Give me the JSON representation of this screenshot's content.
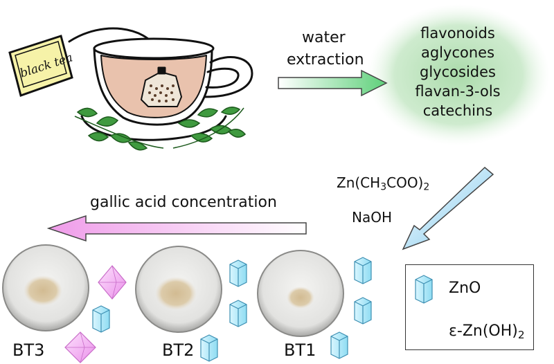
{
  "tea_label": "black tea",
  "extraction_label": [
    "water",
    "extraction"
  ],
  "compounds": [
    "flavonoids",
    "aglycones",
    "glycosides",
    "flavan-3-ols",
    "catechins"
  ],
  "reagents": {
    "zinc_acetate": {
      "base": "Zn(CH",
      "s1": "3",
      "mid": "COO)",
      "s2": "2"
    },
    "base": "NaOH"
  },
  "gradient_label": "gallic acid concentration",
  "samples": [
    "BT3",
    "BT2",
    "BT1"
  ],
  "legend": {
    "zno": "ZnO",
    "zn_oh2": {
      "base": "ε-Zn(OH)",
      "sub": "2"
    }
  },
  "colors": {
    "tea": "#e9c2ad",
    "leaf": "#3f9a3f",
    "haze": "#9fd59f",
    "arrow_green": "#5ed07a",
    "arrow_blue": "#7ec9ee",
    "arrow_pink": "#ef9be9",
    "hexagon": "#aee6f7",
    "octahedron": "#f3a3f3",
    "powder": "#d9c7a5"
  }
}
